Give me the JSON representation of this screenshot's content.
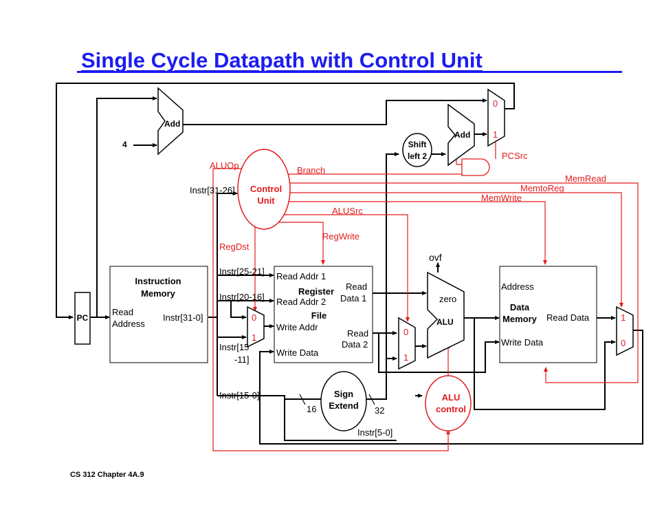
{
  "title": "Single Cycle Datapath with Control Unit",
  "footer": "CS 312 Chapter 4A.9",
  "colors": {
    "title": "#1c1cf0",
    "control": "#e31b1b",
    "wire": "#000000"
  },
  "blocks": {
    "pc": "PC",
    "add_top": "Add",
    "add_branch": "Add",
    "const_four": "4",
    "shift_left_2": [
      "Shift",
      "left 2"
    ],
    "control_unit": [
      "Control",
      "Unit"
    ],
    "instr_mem": {
      "title_1": "Instruction",
      "title_2": "Memory",
      "port_1": "Read",
      "port_2": "Address",
      "out": "Instr[31-0]"
    },
    "reg_file": {
      "title_1": "Register",
      "title_2": "File",
      "read_addr_1": "Read Addr 1",
      "read_addr_2": "Read Addr 2",
      "write_addr": "Write Addr",
      "write_data": "Write Data",
      "read_data_1_a": "Read",
      "read_data_1_b": "Data 1",
      "read_data_2_a": "Read",
      "read_data_2_b": "Data 2"
    },
    "alu": {
      "label": "ALU",
      "zero": "zero",
      "ovf": "ovf"
    },
    "data_mem": {
      "title_1": "Data",
      "title_2": "Memory",
      "address": "Address",
      "write_data": "Write Data",
      "read_data": "Read Data"
    },
    "sign_extend": [
      "Sign",
      "Extend"
    ],
    "alu_control": [
      "ALU",
      "control"
    ]
  },
  "signals": {
    "alu_op": "ALUOp",
    "branch": "Branch",
    "pc_src": "PCSrc",
    "mem_read": "MemRead",
    "mem_to_reg": "MemtoReg",
    "mem_write": "MemWrite",
    "alu_src": "ALUSrc",
    "reg_write": "RegWrite",
    "reg_dst": "RegDst"
  },
  "fields": {
    "instr_31_26": "Instr[31-26]",
    "instr_25_21": "Instr[25-21]",
    "instr_20_16": "Instr[20-16]",
    "instr_15_11_a": "Instr[15",
    "instr_15_11_b": "-11]",
    "instr_15_0": "Instr[15-0]",
    "instr_5_0": "Instr[5-0]",
    "width_16": "16",
    "width_32": "32"
  },
  "mux_inputs": {
    "zero": "0",
    "one": "1"
  }
}
